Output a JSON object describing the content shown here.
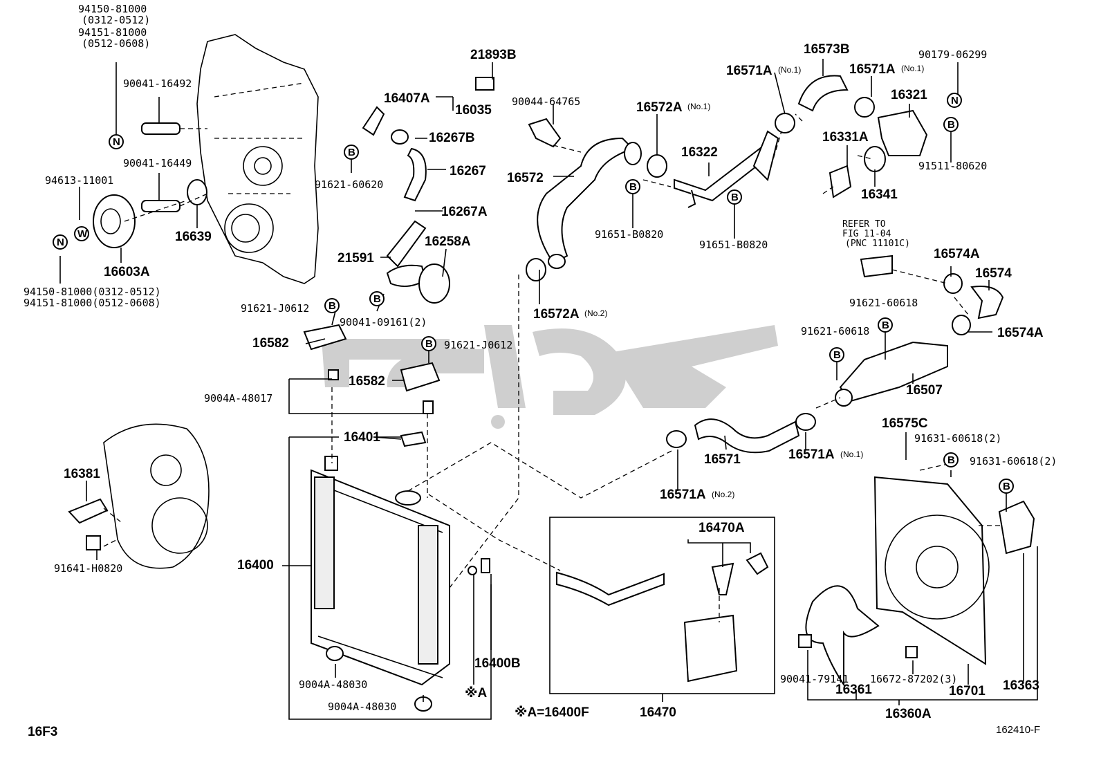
{
  "diagram": {
    "labels": {
      "p94150_81000_top": "94150-81000",
      "p94150_range_top": "(0312-0512)",
      "p94151_81000_top": "94151-81000",
      "p94151_range_top": "(0512-0608)",
      "p90041_16492": "90041-16492",
      "p90041_16449": "90041-16449",
      "p94613_11001": "94613-11001",
      "p16639": "16639",
      "p16603A": "16603A",
      "p94150_bottom": "94150-81000(0312-0512)",
      "p94151_bottom": "94151-81000(0512-0608)",
      "p21893B": "21893B",
      "p16407A": "16407A",
      "p16035": "16035",
      "p16267B": "16267B",
      "p91621_60620": "91621-60620",
      "p16267": "16267",
      "p16267A": "16267A",
      "p21591": "21591",
      "p16258A": "16258A",
      "p90041_09161": "90041-09161(2)",
      "p91621_J0612_a": "91621-J0612",
      "p91621_J0612_b": "91621-J0612",
      "p16582_a": "16582",
      "p16582_b": "16582",
      "p9004A_48017": "9004A-48017",
      "p16401": "16401",
      "p16381": "16381",
      "p91641_H0820": "91641-H0820",
      "p16400": "16400",
      "p9004A_48030_a": "9004A-48030",
      "p9004A_48030_b": "9004A-48030",
      "p16400B": "16400B",
      "pXA": "※A",
      "pXA_note": "※A=16400F",
      "p16F3": "16F3",
      "p90044_64765": "90044-64765",
      "p16572": "16572",
      "p16572A_no1": "16572A",
      "p16572A_no2": "16572A",
      "p16322": "16322",
      "p91651_B0820_a": "91651-B0820",
      "p91651_B0820_b": "91651-B0820",
      "p16571A_a": "16571A",
      "p16573B": "16573B",
      "p16571A_b": "16571A",
      "p90179_06299": "90179-06299",
      "p16321": "16321",
      "p16331A": "16331A",
      "p91511_80620": "91511-80620",
      "p16341": "16341",
      "refer1": "REFER TO",
      "refer2": "FIG 11-04",
      "refer3": "(PNC 11101C)",
      "p16574A_a": "16574A",
      "p16574": "16574",
      "p91621_60618_a": "91621-60618",
      "p91621_60618_b": "91621-60618",
      "p16574A_b": "16574A",
      "p16507": "16507",
      "p16571": "16571",
      "p16571A_c": "16571A",
      "p16571A_d": "16571A",
      "p16575C": "16575C",
      "p91631_60618_a": "91631-60618(2)",
      "p91631_60618_b": "91631-60618(2)",
      "p16470A": "16470A",
      "p16470": "16470",
      "p90041_79141": "90041-79141",
      "p16361": "16361",
      "p16672_87202": "16672-87202(3)",
      "p16701": "16701",
      "p16363": "16363",
      "p16360A": "16360A",
      "p162410F": "162410-F",
      "no1": "(No.1)",
      "no2": "(No.2)",
      "markN": "N",
      "markW": "W",
      "markB": "B"
    }
  }
}
